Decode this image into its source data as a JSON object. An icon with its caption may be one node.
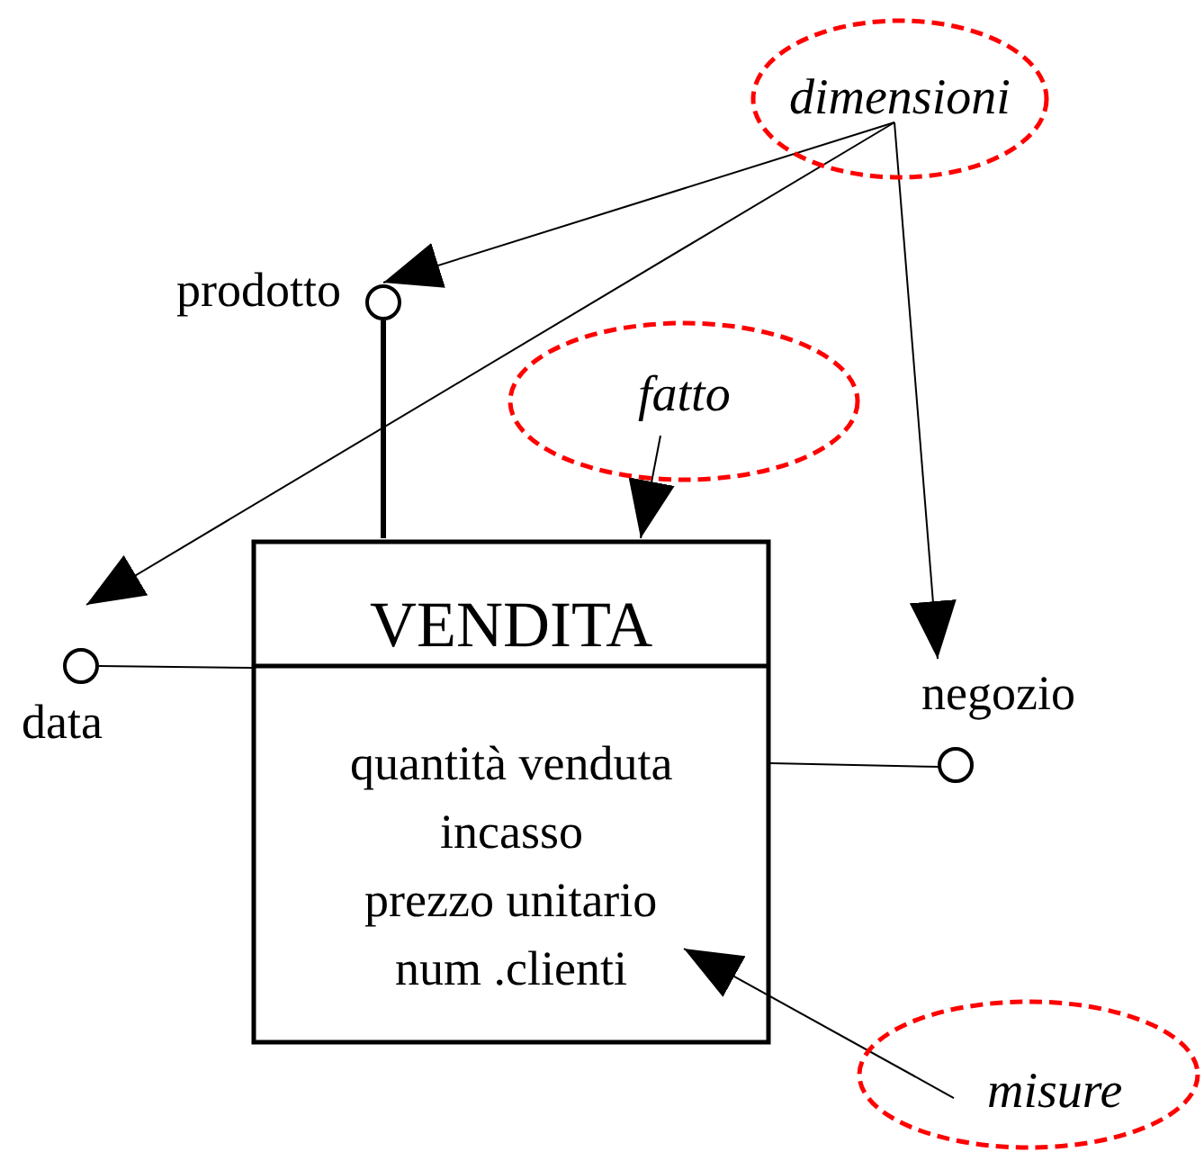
{
  "diagram": {
    "nodes": [
      {
        "text": [
          "dimensioni"
        ]
      },
      {
        "text": [
          "prodotto"
        ]
      },
      {
        "text": [
          "fatto"
        ]
      },
      {
        "text": [
          "VENDITA",
          "quantità venduta",
          "incasso",
          "prezzo unitario",
          "num .clienti"
        ]
      },
      {
        "text": [
          "data"
        ]
      },
      {
        "text": [
          "negozio"
        ]
      },
      {
        "text": [
          "misure"
        ]
      }
    ],
    "edges": [
      {
        "from": 0,
        "to": 1,
        "arrow": "to"
      },
      {
        "from": 0,
        "to": 4,
        "arrow": "to"
      },
      {
        "from": 0,
        "to": 5,
        "arrow": "to"
      },
      {
        "from": 2,
        "to": 3,
        "arrow": "to"
      },
      {
        "from": 6,
        "to": 3,
        "arrow": "to"
      },
      {
        "from": 1,
        "to": 3,
        "arrow": "none",
        "style": "thick"
      },
      {
        "from": 4,
        "to": 3,
        "arrow": "none"
      },
      {
        "from": 3,
        "to": 5,
        "arrow": "none"
      }
    ]
  }
}
